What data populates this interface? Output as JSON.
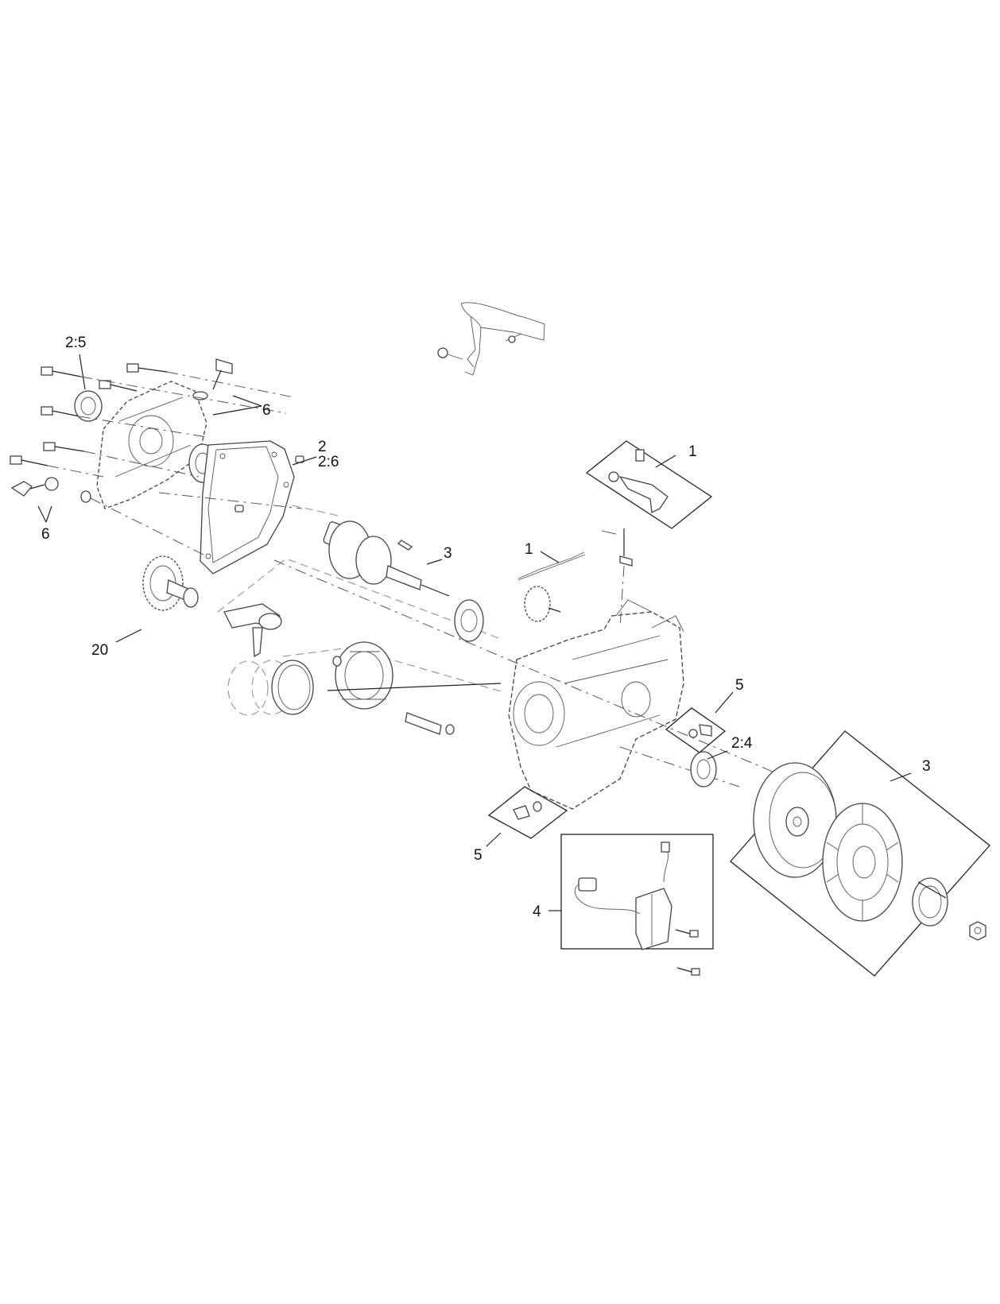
{
  "callouts": {
    "c2_5": "2:5",
    "c6_top": "6",
    "c6_bottom": "6",
    "c2": "2",
    "c2_6": "2:6",
    "c3_crank": "3",
    "c1_box": "1",
    "c1_wire": "1",
    "c20": "20",
    "c5_right": "5",
    "c5_left": "5",
    "c2_4": "2:4",
    "c3_fly": "3",
    "c4": "4"
  },
  "icons": [
    "bolt-icon",
    "oil-seal-icon",
    "crankcase-cover-icon",
    "gasket-icon",
    "crankshaft-icon",
    "camshaft-gear-icon",
    "connecting-rod-icon",
    "piston-icon",
    "piston-ring-icon",
    "engine-block-icon",
    "flywheel-icon",
    "cooling-fan-icon",
    "ignition-coil-icon",
    "bracket-icon",
    "governor-arm-icon",
    "drain-plug-icon"
  ]
}
